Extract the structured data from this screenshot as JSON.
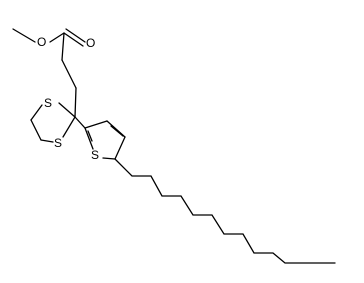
{
  "molecule": {
    "atoms": {
      "ester_o_methyl": "O",
      "carbonyl_o": "O",
      "dithiolane_s_top": "S",
      "dithiolane_s_bottom": "S",
      "thiophene_s": "S"
    }
  }
}
